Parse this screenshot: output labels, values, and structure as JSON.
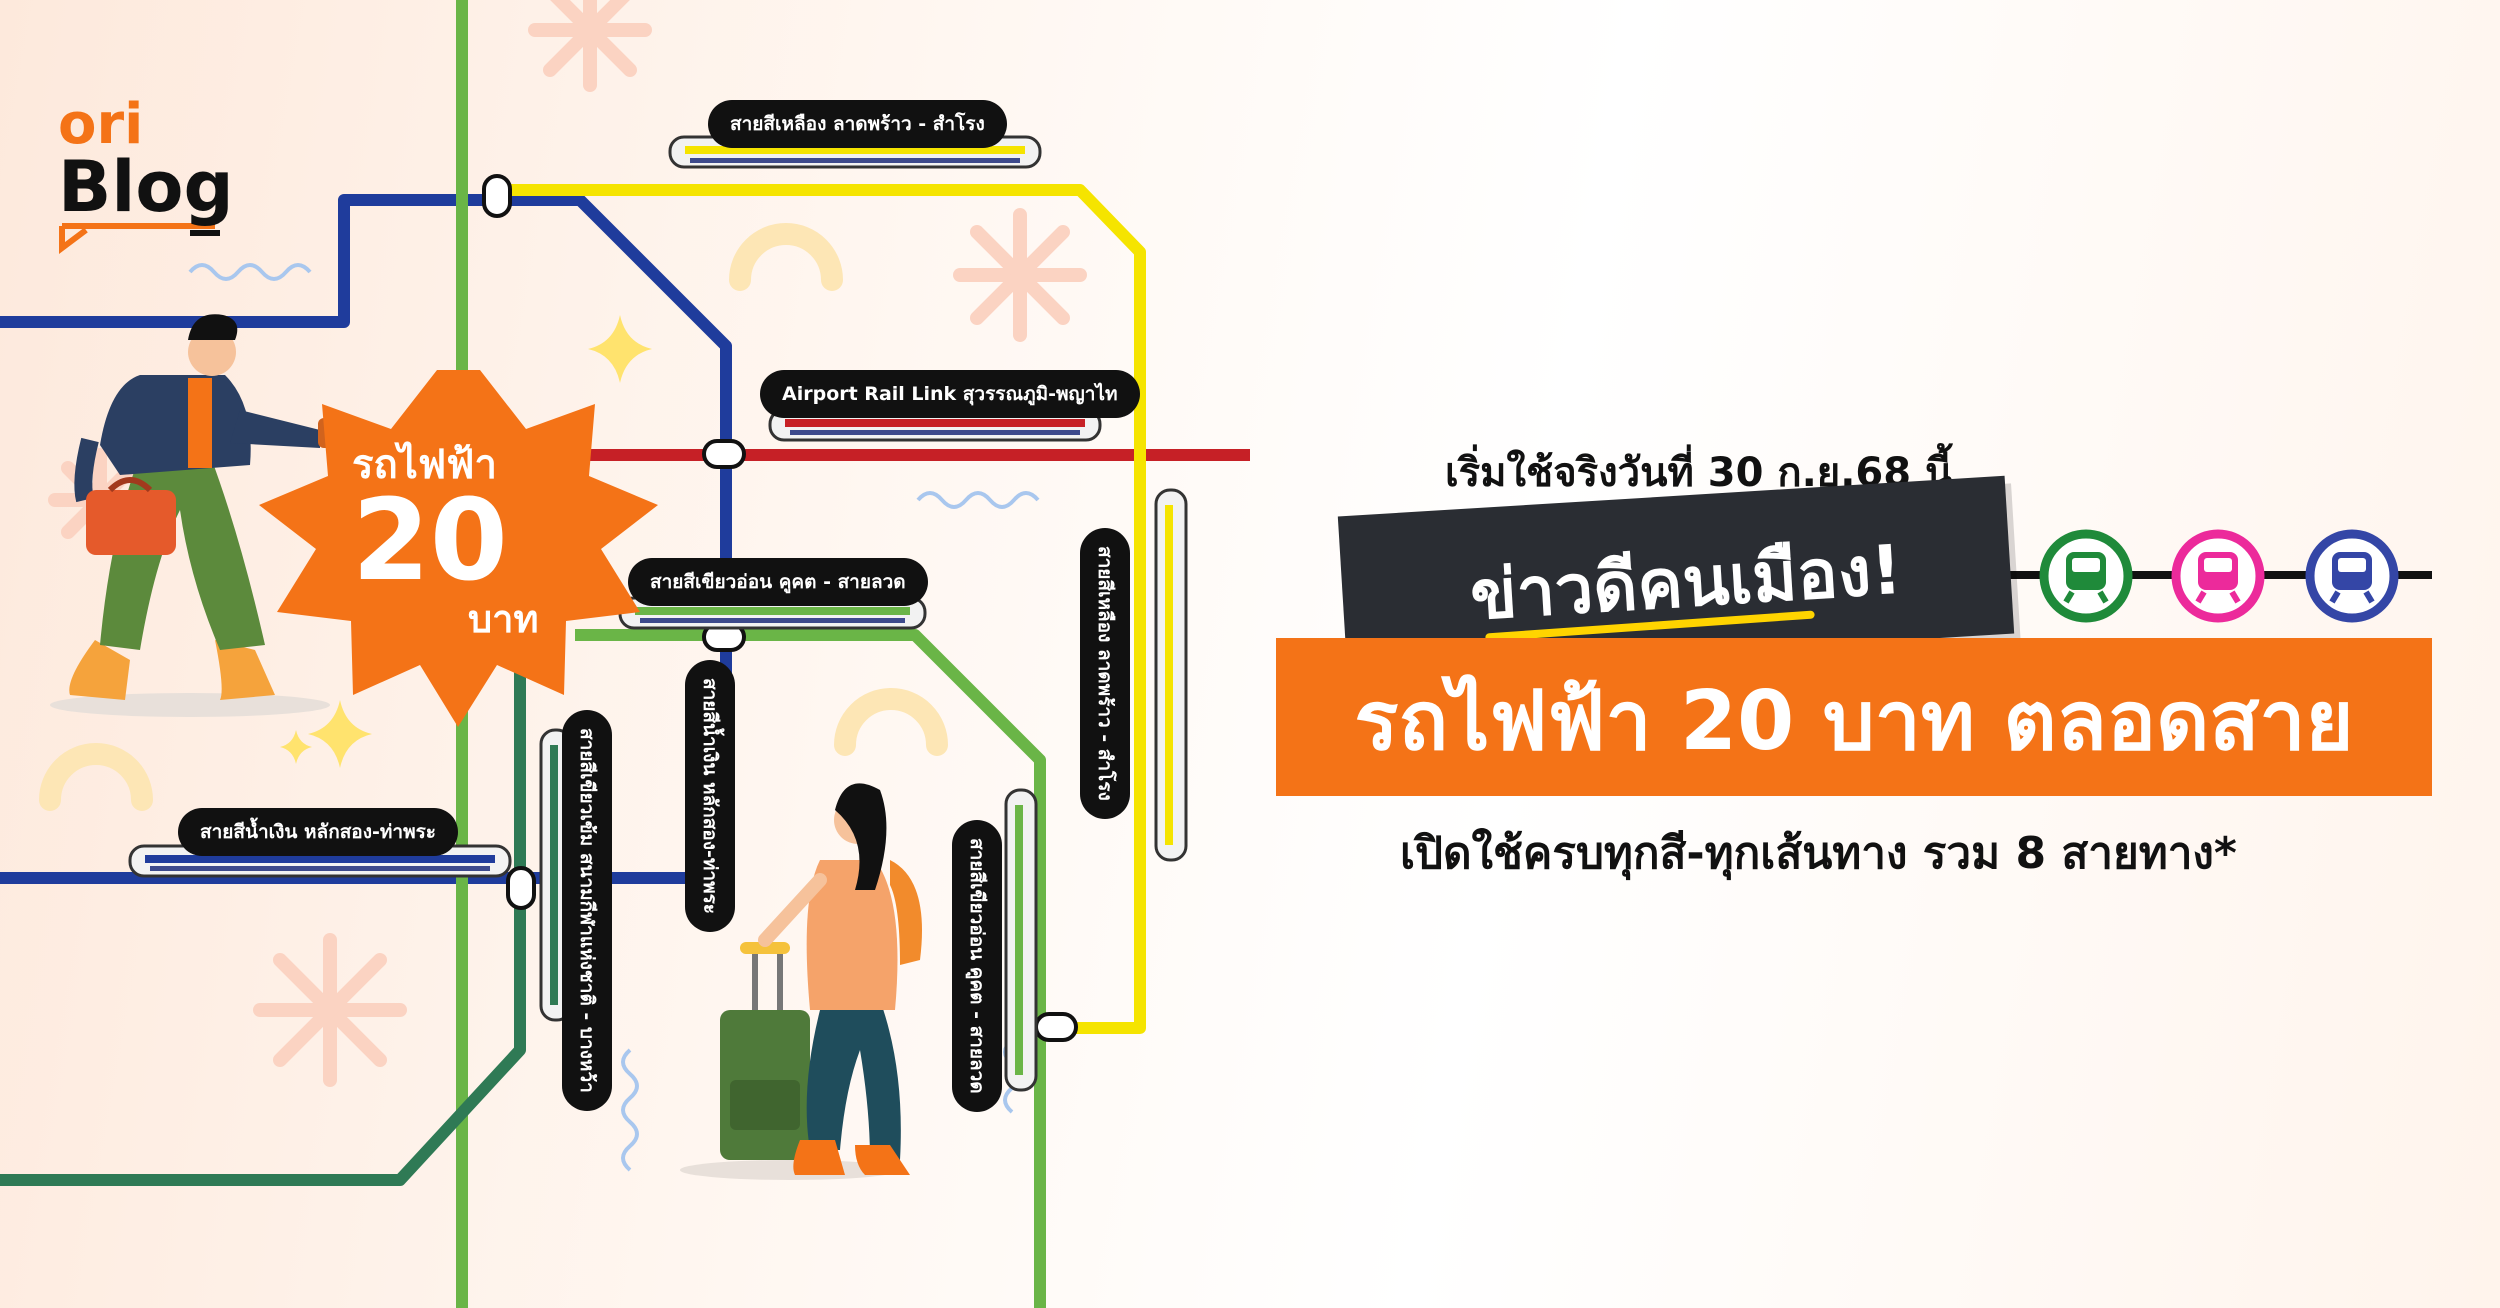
{
  "brand": {
    "ori": "ori",
    "blog": "Blog"
  },
  "badge": {
    "top": "รถไฟฟ้า",
    "number": "20",
    "unit": "บาท"
  },
  "headline": {
    "date_line": "เริ่มใช้จริงวันที่ 30 ก.ย.68 นี้",
    "news": "ข่าวดีคนเมือง!",
    "main": "รถไฟฟ้า 20 บาท ตลอดสาย",
    "sub": "เปิดใช้ครบทุกสี-ทุกเส้นทาง รวม 8 สายทาง*"
  },
  "line_labels": {
    "yellow_top": "สายสีเหลือง ลาดพร้าว - สำโรง",
    "airport": "Airport Rail Link สุวรรณภูมิ-พญาไท",
    "light_green": "สายสีเขียวอ่อน คูคต - สายลวด",
    "blue": "สายสีน้ำเงิน หลักสอง-ท่าพระ",
    "blue_vertical": "สายสีน้ำเงิน หลักสอง-ท่าพระ",
    "dark_green_vertical": "สายสีเขียวเข้ม สนามกีฬาแห่งชาติ - บางหว้า",
    "light_green_vertical": "สายสีเขียวอ่อน คูคต - สายลวด",
    "yellow_vertical": "สายสีเหลือง ลาดพร้าว - สำโรง"
  },
  "icons": [
    "train-icon-green",
    "train-icon-pink",
    "train-icon-blue"
  ],
  "colors": {
    "orange": "#f47317",
    "yellow": "#f5e400",
    "blue": "#1f3c9c",
    "red": "#c62026",
    "light_green": "#6ab547",
    "dark_green": "#2f7a55",
    "pink": "#ec2a9b",
    "dark": "#2a2d33"
  }
}
